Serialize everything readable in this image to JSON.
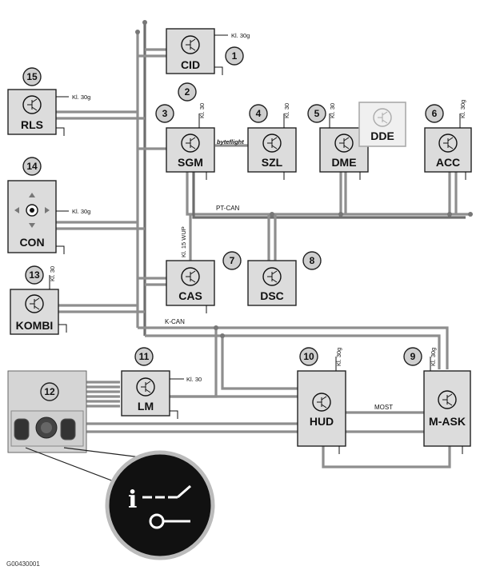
{
  "modules": [
    {
      "id": "1",
      "label": "CID",
      "supply": "Kl. 30g"
    },
    {
      "id": "2",
      "label": "SGM",
      "supply": "Kl. 30"
    },
    {
      "id": "4",
      "label": "SZL",
      "supply": "Kl. 30"
    },
    {
      "id": "5",
      "label": "DME",
      "supply": "Kl. 30"
    },
    {
      "id": "",
      "label": "DDE",
      "supply": ""
    },
    {
      "id": "6",
      "label": "ACC",
      "supply": "Kl. 30g"
    },
    {
      "id": "7",
      "label": "CAS",
      "supply": ""
    },
    {
      "id": "8",
      "label": "DSC",
      "supply": ""
    },
    {
      "id": "10",
      "label": "HUD",
      "supply": "Kl. 30g"
    },
    {
      "id": "9",
      "label": "M-ASK",
      "supply": "Kl. 30g"
    },
    {
      "id": "11",
      "label": "LM",
      "supply": "Kl. 30"
    },
    {
      "id": "13",
      "label": "KOMBI",
      "supply": "Kl. 30"
    },
    {
      "id": "14",
      "label": "CON",
      "supply": "Kl. 30g"
    },
    {
      "id": "15",
      "label": "RLS",
      "supply": "Kl. 30g"
    }
  ],
  "badges": {
    "b1": "1",
    "b2": "2",
    "b3": "3",
    "b4": "4",
    "b5": "5",
    "b6": "6",
    "b7": "7",
    "b8": "8",
    "b9": "9",
    "b10": "10",
    "b11": "11",
    "b12": "12",
    "b13": "13",
    "b14": "14",
    "b15": "15"
  },
  "buses": {
    "byteflight": "byteflight",
    "ptcan": "PT-CAN",
    "kcan": "K-CAN",
    "kl15wup": "Kl. 15 WUP",
    "most": "MOST"
  },
  "footer": {
    "code": "G00430001"
  },
  "colors": {
    "bus_light": "#8e8e8e",
    "bus_dark": "#6d6d6d",
    "module_fill": "#dcdcdc",
    "callout_bg": "#111111"
  }
}
